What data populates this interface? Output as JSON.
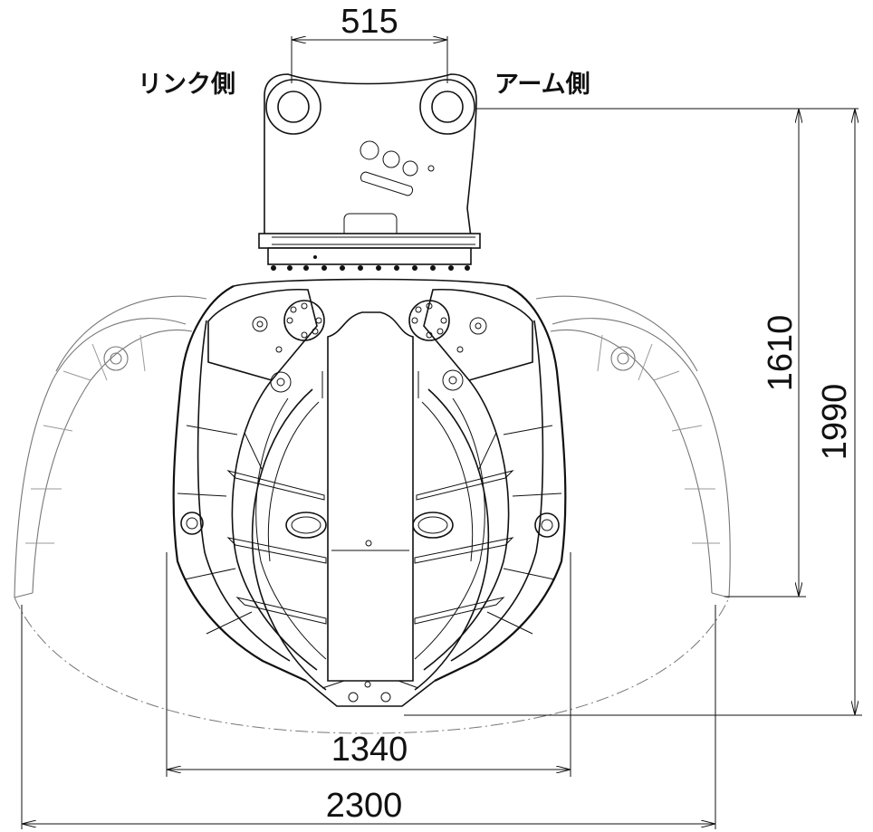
{
  "labels": {
    "link_side": "リンク側",
    "arm_side": "アーム側"
  },
  "dimensions": {
    "pin_spacing": "515",
    "pin_to_jaw_tip": "1610",
    "overall_height": "1990",
    "body_width": "1340",
    "open_width": "2300"
  }
}
